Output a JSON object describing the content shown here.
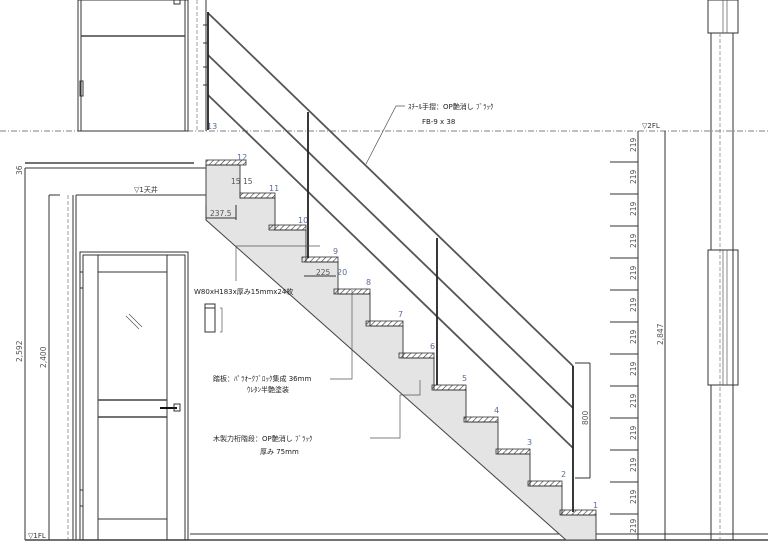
{
  "drawing": {
    "type": "stair elevation section",
    "levels": {
      "second_floor": "▽2FL",
      "first_ceiling": "▽1天井",
      "first_floor": "▽1FL"
    },
    "annotations": {
      "handrail_line1": "ｽﾁｰﾙ手摺：OP艶消し ﾌﾞﾗｯｸ",
      "handrail_line2": "FB-9 x 38",
      "baluster": "W80xH183x厚み15mmx24枚",
      "tread_line1": "踏板：ﾊﾟﾗｵｰｸﾌﾞﾛｯｸ集成 36mm",
      "tread_line2": "ｳﾚﾀﾝ半艶塗装",
      "stringer_line1": "木製力桁階段：OP艶消し ﾌﾞﾗｯｸ",
      "stringer_line2": "厚み 75mm"
    },
    "step_numbers": [
      "1",
      "2",
      "3",
      "4",
      "5",
      "6",
      "7",
      "8",
      "9",
      "10",
      "11",
      "12",
      "13"
    ],
    "dimensions": {
      "riser_heights": [
        "219",
        "219",
        "219",
        "219",
        "219",
        "219",
        "219",
        "219",
        "219",
        "219",
        "219",
        "219",
        "219"
      ],
      "total_height_right": "2,847",
      "total_height_left": "2,592",
      "door_height": "2,400",
      "ceiling_thickness": "36",
      "tread_offset": "237.5",
      "nosing_a": "15",
      "nosing_b": "15",
      "tread_depth": "225",
      "nosing_c": "20",
      "handrail_height": "800"
    }
  }
}
